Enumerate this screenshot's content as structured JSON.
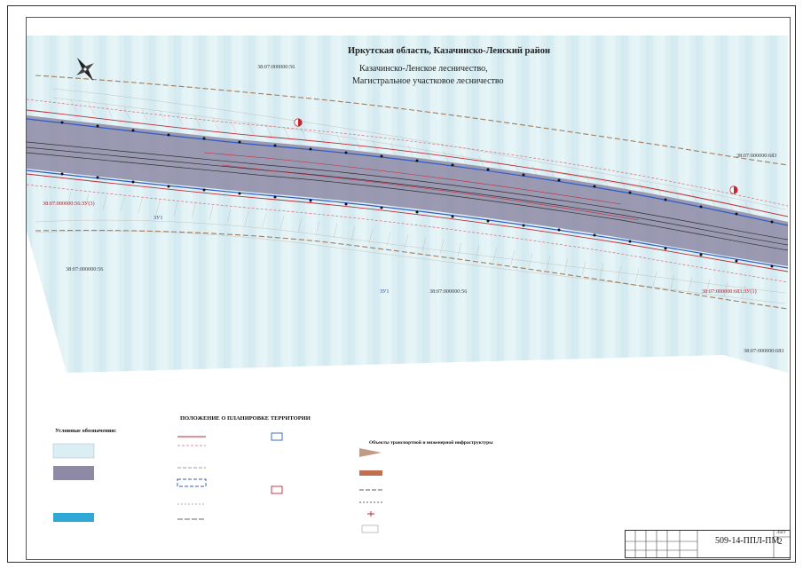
{
  "title": {
    "line1": "Иркутская область, Казачинско-Ленский район",
    "line2": "Казачинско-Ленское лесничество,",
    "line3": "Магистральное участковое лесничество"
  },
  "map_labels": {
    "parcel_nw": "38:07:000000:56",
    "parcel_w_red": "38:07:000000:56:ЗУ(3)",
    "parcel_sw": "38:07:000000:56",
    "parcel_center": "38:07:000000:56",
    "parcel_ne": "38:07:000000:683",
    "parcel_e_red": "38:07:000000:683:ЗУ(1)",
    "parcel_se": "38:07:000000:683",
    "zone_w": "ЗУ1",
    "zone_c": "ЗУ1"
  },
  "legend": {
    "title": "Условные обозначения:",
    "section2_title": "ПОЛОЖЕНИЕ О ПЛАНИРОВКЕ ТЕРРИТОРИИ",
    "section3_title": "Объекты транспортной и инженерной инфраструктуры"
  },
  "stamp": {
    "code": "509-14-ППЛ-ПМ",
    "sheet_label": "Лист",
    "sheet_number": "2"
  },
  "colors": {
    "corridor_fill": "#8e8aa6",
    "forest_fill": "#dbeff3",
    "boundary_red": "#c02a36",
    "boundary_blue": "#2d5cc4",
    "contour": "#a89a8a",
    "rail": "#3a3a3a",
    "highway": "#a57a5a"
  },
  "icons": {
    "north_arrow": "compass-rose-icon",
    "km_marker": "km-post-icon"
  }
}
